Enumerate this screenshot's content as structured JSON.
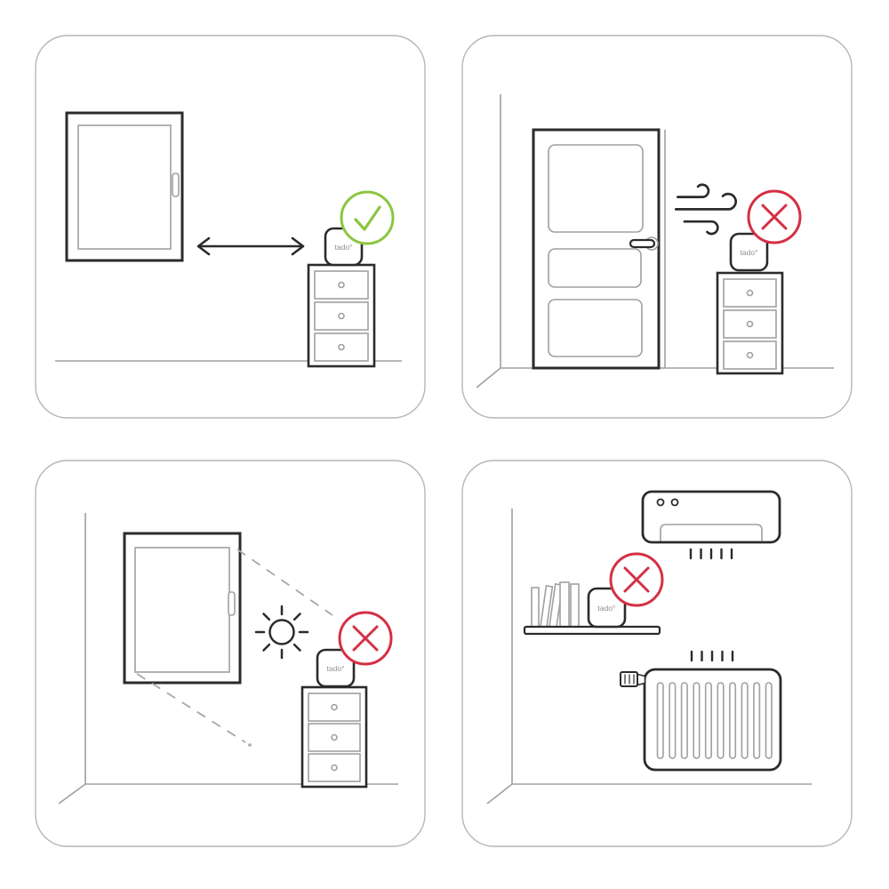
{
  "device": {
    "label": "tado°"
  },
  "colors": {
    "ok_green": "#8cc63f",
    "error_red": "#d52f44"
  },
  "panels": [
    {
      "id": "distance-from-window",
      "verdict": "ok",
      "badge": "check-circle-icon",
      "objects": [
        "window",
        "distance-arrow",
        "tado-device",
        "dresser",
        "check-badge",
        "floor-line"
      ]
    },
    {
      "id": "draft-near-door",
      "verdict": "not-ok",
      "badge": "cross-circle-icon",
      "objects": [
        "door",
        "door-handle",
        "wind-draft-icon",
        "tado-device",
        "dresser",
        "cross-badge",
        "wall-corner"
      ]
    },
    {
      "id": "direct-sunlight",
      "verdict": "not-ok",
      "badge": "cross-circle-icon",
      "objects": [
        "window",
        "sun-icon",
        "sunbeam-dashed-lines",
        "tado-device",
        "dresser",
        "cross-badge",
        "wall-corner"
      ]
    },
    {
      "id": "near-ac-and-radiator",
      "verdict": "not-ok",
      "badge": "cross-circle-icon",
      "objects": [
        "air-conditioner",
        "airflow-dashes",
        "shelf",
        "books",
        "tado-device",
        "radiator",
        "radiator-valve",
        "heat-dashes",
        "cross-badge",
        "wall-corner"
      ]
    }
  ]
}
